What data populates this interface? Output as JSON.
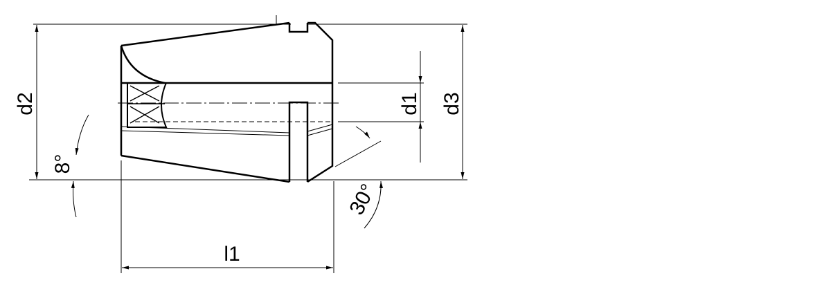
{
  "labels": {
    "d2": "d2",
    "d1": "d1",
    "d3": "d3",
    "l1": "l1",
    "angle_taper": "8°",
    "angle_chamfer": "30°"
  },
  "colors": {
    "line": "#000000",
    "background": "#ffffff"
  }
}
